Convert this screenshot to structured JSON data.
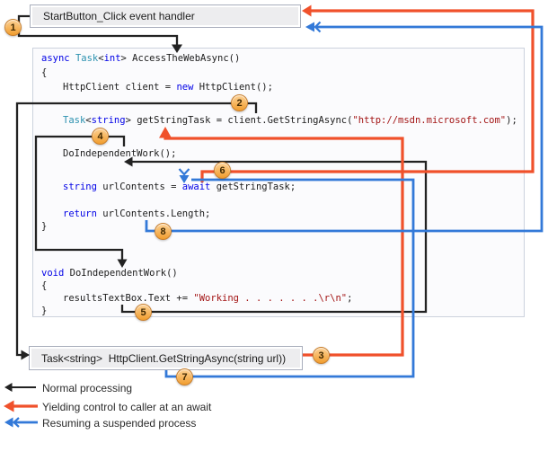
{
  "top_box": {
    "label": "StartButton_Click event handler"
  },
  "bottom_box": {
    "label": "Task<string>  HttpClient.GetStringAsync(string url))"
  },
  "badges": [
    "1",
    "2",
    "3",
    "4",
    "5",
    "6",
    "7",
    "8"
  ],
  "code": {
    "lines": [
      {
        "segments": [
          {
            "text": "async ",
            "type": "keyword"
          },
          {
            "text": "Task",
            "type": "type"
          },
          {
            "text": "<",
            "type": "plain"
          },
          {
            "text": "int",
            "type": "keyword"
          },
          {
            "text": "> AccessTheWebAsync()",
            "type": "plain"
          }
        ]
      },
      {
        "segments": [
          {
            "text": "{",
            "type": "plain"
          }
        ]
      },
      {
        "segments": [
          {
            "text": "HttpClient client = ",
            "type": "plain"
          },
          {
            "text": "new",
            "type": "keyword"
          },
          {
            "text": " HttpClient();",
            "type": "plain"
          }
        ]
      },
      {
        "segments": [
          {
            "text": "Task",
            "type": "type"
          },
          {
            "text": "<",
            "type": "plain"
          },
          {
            "text": "string",
            "type": "keyword"
          },
          {
            "text": "> getStringTask = client.GetStringAsync(",
            "type": "plain"
          },
          {
            "text": "\"http://msdn.microsoft.com\"",
            "type": "string"
          },
          {
            "text": ");",
            "type": "plain"
          }
        ]
      },
      {
        "segments": [
          {
            "text": "DoIndependentWork();",
            "type": "plain"
          }
        ]
      },
      {
        "segments": [
          {
            "text": "string",
            "type": "keyword"
          },
          {
            "text": " urlContents = ",
            "type": "plain"
          },
          {
            "text": "await",
            "type": "keyword"
          },
          {
            "text": " getStringTask;",
            "type": "plain"
          }
        ]
      },
      {
        "segments": [
          {
            "text": "return",
            "type": "keyword"
          },
          {
            "text": " urlContents.Length;",
            "type": "plain"
          }
        ]
      },
      {
        "segments": [
          {
            "text": "}",
            "type": "plain"
          }
        ]
      },
      {
        "segments": [
          {
            "text": "void",
            "type": "keyword"
          },
          {
            "text": " DoIndependentWork()",
            "type": "plain"
          }
        ]
      },
      {
        "segments": [
          {
            "text": "{",
            "type": "plain"
          }
        ]
      },
      {
        "segments": [
          {
            "text": "resultsTextBox.Text += ",
            "type": "plain"
          },
          {
            "text": "\"Working . . . . . . .\\r\\n\"",
            "type": "string"
          },
          {
            "text": ";",
            "type": "plain"
          }
        ]
      },
      {
        "segments": [
          {
            "text": "}",
            "type": "plain"
          }
        ]
      }
    ]
  },
  "legend": {
    "items": [
      {
        "label": "Normal processing"
      },
      {
        "label": "Yielding control to caller at an await"
      },
      {
        "label": "Resuming a suspended process"
      }
    ]
  },
  "colors": {
    "normal": "#222222",
    "yield_control": "#f0512b",
    "resume": "#3379d8",
    "keyword": "#0101e6",
    "type_name": "#2b91af",
    "string_literal": "#a31515",
    "badge_fill": "#f19d2e",
    "badge_border": "#c87f2e"
  }
}
